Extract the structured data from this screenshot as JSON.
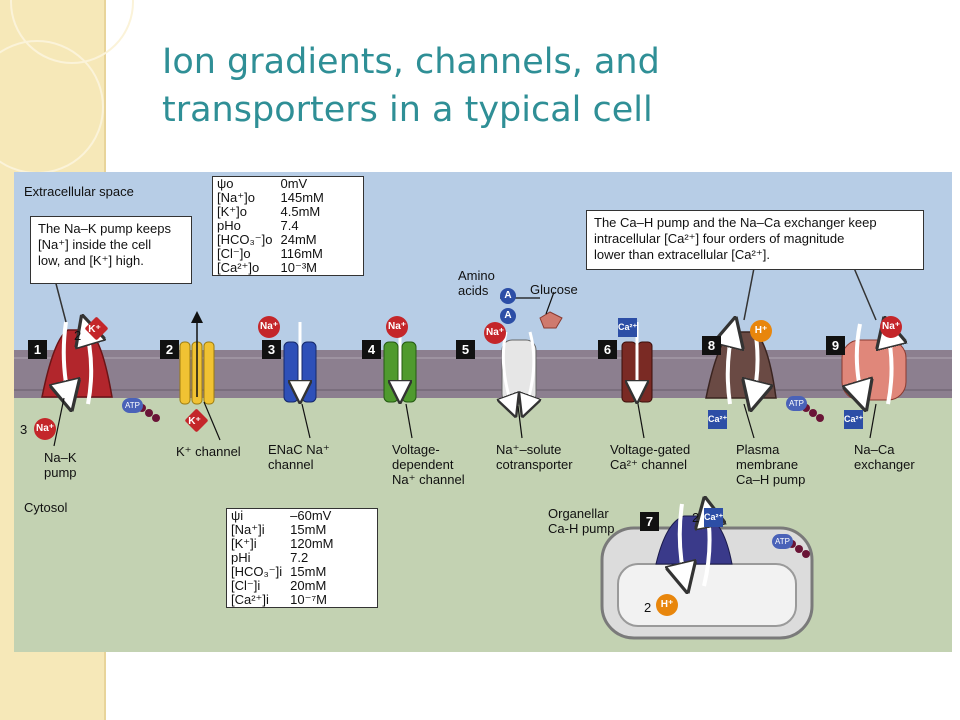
{
  "slide": {
    "title_line1": "Ion gradients, channels, and",
    "title_line2": "transporters in a typical cell"
  },
  "colors": {
    "title": "#2f8f96",
    "side_strip": "#f6e8b8",
    "extracellular": "#b7cde6",
    "cytosol": "#c3d2b2",
    "membrane": "#8c7f8f"
  },
  "diagram": {
    "region_extracellular": "Extracellular space",
    "region_cytosol": "Cytosol",
    "callout_left": [
      "The Na–K pump keeps",
      "[Na⁺] inside the cell",
      "low, and [K⁺] high."
    ],
    "callout_right": [
      "The Ca–H pump and the Na–Ca exchanger keep",
      "intracellular [Ca²⁺] four orders of magnitude",
      "lower than extracellular [Ca²⁺]."
    ],
    "outside_conc": [
      {
        "label": "ψo",
        "value": "0mV"
      },
      {
        "label": "[Na⁺]o",
        "value": "145mM"
      },
      {
        "label": "[K⁺]o",
        "value": "4.5mM"
      },
      {
        "label": "pHo",
        "value": "7.4"
      },
      {
        "label": "[HCO₃⁻]o",
        "value": "24mM"
      },
      {
        "label": "[Cl⁻]o",
        "value": "116mM"
      },
      {
        "label": "[Ca²⁺]o",
        "value": "10⁻³M"
      }
    ],
    "inside_conc": [
      {
        "label": "ψi",
        "value": "–60mV"
      },
      {
        "label": "[Na⁺]i",
        "value": "15mM"
      },
      {
        "label": "[K⁺]i",
        "value": "120mM"
      },
      {
        "label": "pHi",
        "value": "7.2"
      },
      {
        "label": "[HCO₃⁻]i",
        "value": "15mM"
      },
      {
        "label": "[Cl⁻]i",
        "value": "20mM"
      },
      {
        "label": "[Ca²⁺]i",
        "value": "10⁻⁷M"
      }
    ],
    "numbers": [
      "1",
      "2",
      "3",
      "4",
      "5",
      "6",
      "7",
      "8",
      "9"
    ],
    "ions": {
      "na": "Na⁺",
      "k": "K⁺",
      "ca": "Ca²⁺",
      "h": "H⁺",
      "a": "A",
      "atp": "ATP"
    },
    "stoich": {
      "two": "2",
      "three": "3"
    },
    "labels": {
      "amino_acids": [
        "Amino",
        "acids"
      ],
      "glucose": "Glucose",
      "na_k_pump": [
        "Na–K",
        "pump"
      ],
      "k_channel": "K⁺ channel",
      "enac": [
        "ENaC Na⁺",
        "channel"
      ],
      "vd_na": [
        "Voltage-",
        "dependent",
        "Na⁺ channel"
      ],
      "na_solute": [
        "Na⁺–solute",
        "cotransporter"
      ],
      "vg_ca": [
        "Voltage-gated",
        "Ca²⁺ channel"
      ],
      "pmca": [
        "Plasma",
        "membrane",
        "Ca–H pump"
      ],
      "na_ca": [
        "Na–Ca",
        "exchanger"
      ],
      "organellar": [
        "Organellar",
        "Ca-H pump"
      ]
    }
  }
}
